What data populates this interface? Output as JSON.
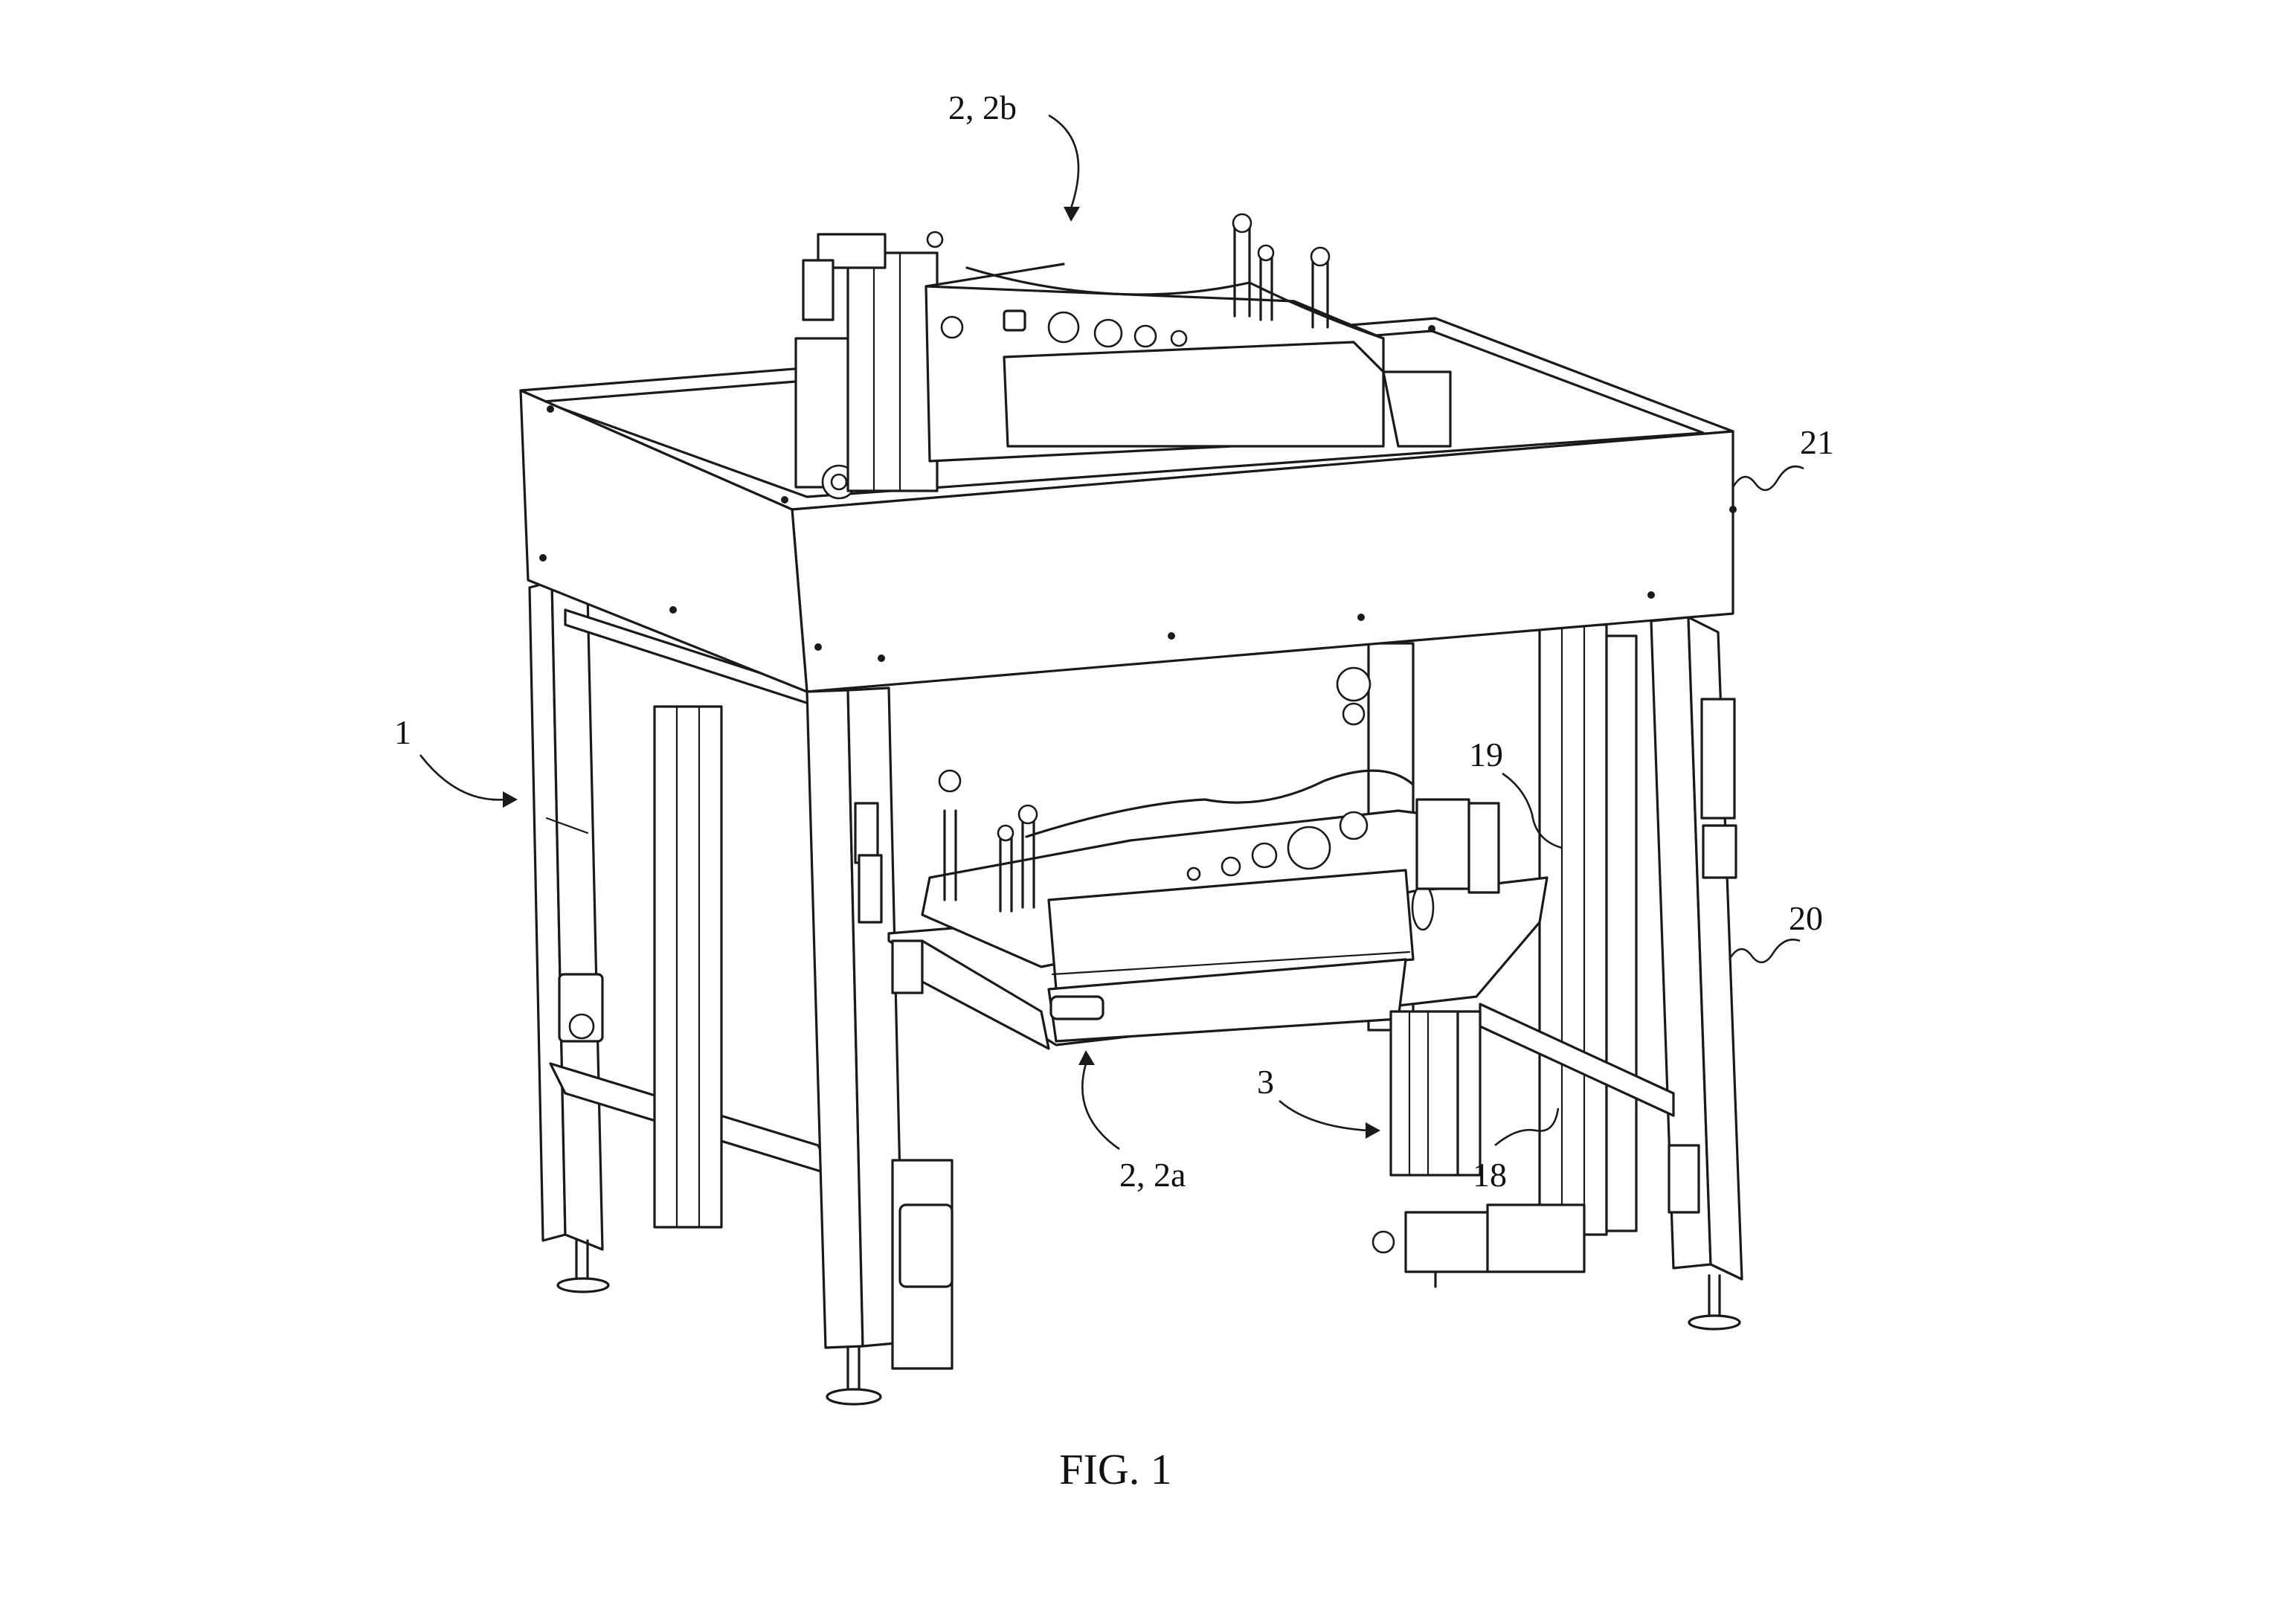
{
  "figure": {
    "caption": "FIG. 1"
  },
  "reference_numerals": {
    "unit_upper": "2, 2b",
    "frame": "1",
    "unit_lower": "2, 2a",
    "drive": "3",
    "enclosure_top": "21",
    "frame_leg": "20",
    "element_19": "19",
    "element_18": "18"
  },
  "colors": {
    "line": "#1a1a1a",
    "background": "#ffffff"
  }
}
